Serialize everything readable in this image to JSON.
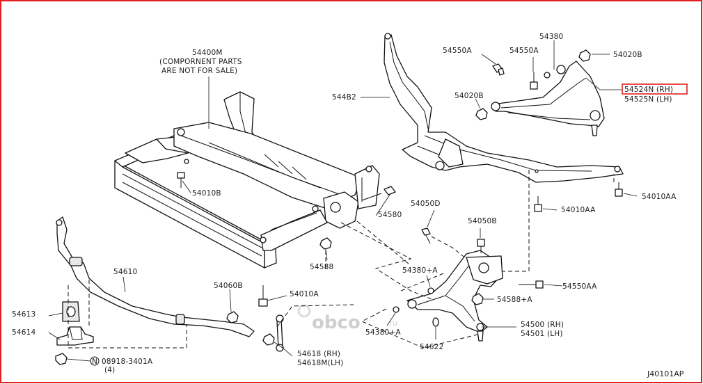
{
  "frame": {
    "border_color": "#e02020",
    "highlight_color": "#e02020"
  },
  "labels": {
    "l54400m": "54400M",
    "l54400m_note1": "(COMPORNENT PARTS",
    "l54400m_note2": "ARE NOT FOR SALE)",
    "l544b2": "544B2",
    "l54550a_1": "54550A",
    "l54550a_2": "54550A",
    "l54380": "54380",
    "l54020b_1": "54020B",
    "l54020b_2": "54020B",
    "l54524n": "54524N (RH)",
    "l54525n": "54525N (LH)",
    "l54010b": "54010B",
    "l54580": "54580",
    "l54050d": "54050D",
    "l54050b": "54050B",
    "l54010aa_1": "54010AA",
    "l54010aa_2": "54010AA",
    "l54588": "54588",
    "l54380a_1": "54380+A",
    "l54380a_2": "54380+A",
    "l54550aa": "54550AA",
    "l54588a": "54588+A",
    "l54610": "54610",
    "l54060b": "54060B",
    "l54010a": "54010A",
    "l54613": "54613",
    "l54614": "54614",
    "l54618rh": "54618 (RH)",
    "l54618lh": "54618M(LH)",
    "l54622": "54622",
    "l54500rh": "54500 (RH)",
    "l54501lh": "54501 (LH)",
    "l08918": "08918-3401A",
    "l08918_qty": "(4)",
    "l08918_n": "N",
    "ref": "J40101AP"
  },
  "watermark": {
    "brand": "obco",
    "suffix": ".ru"
  }
}
